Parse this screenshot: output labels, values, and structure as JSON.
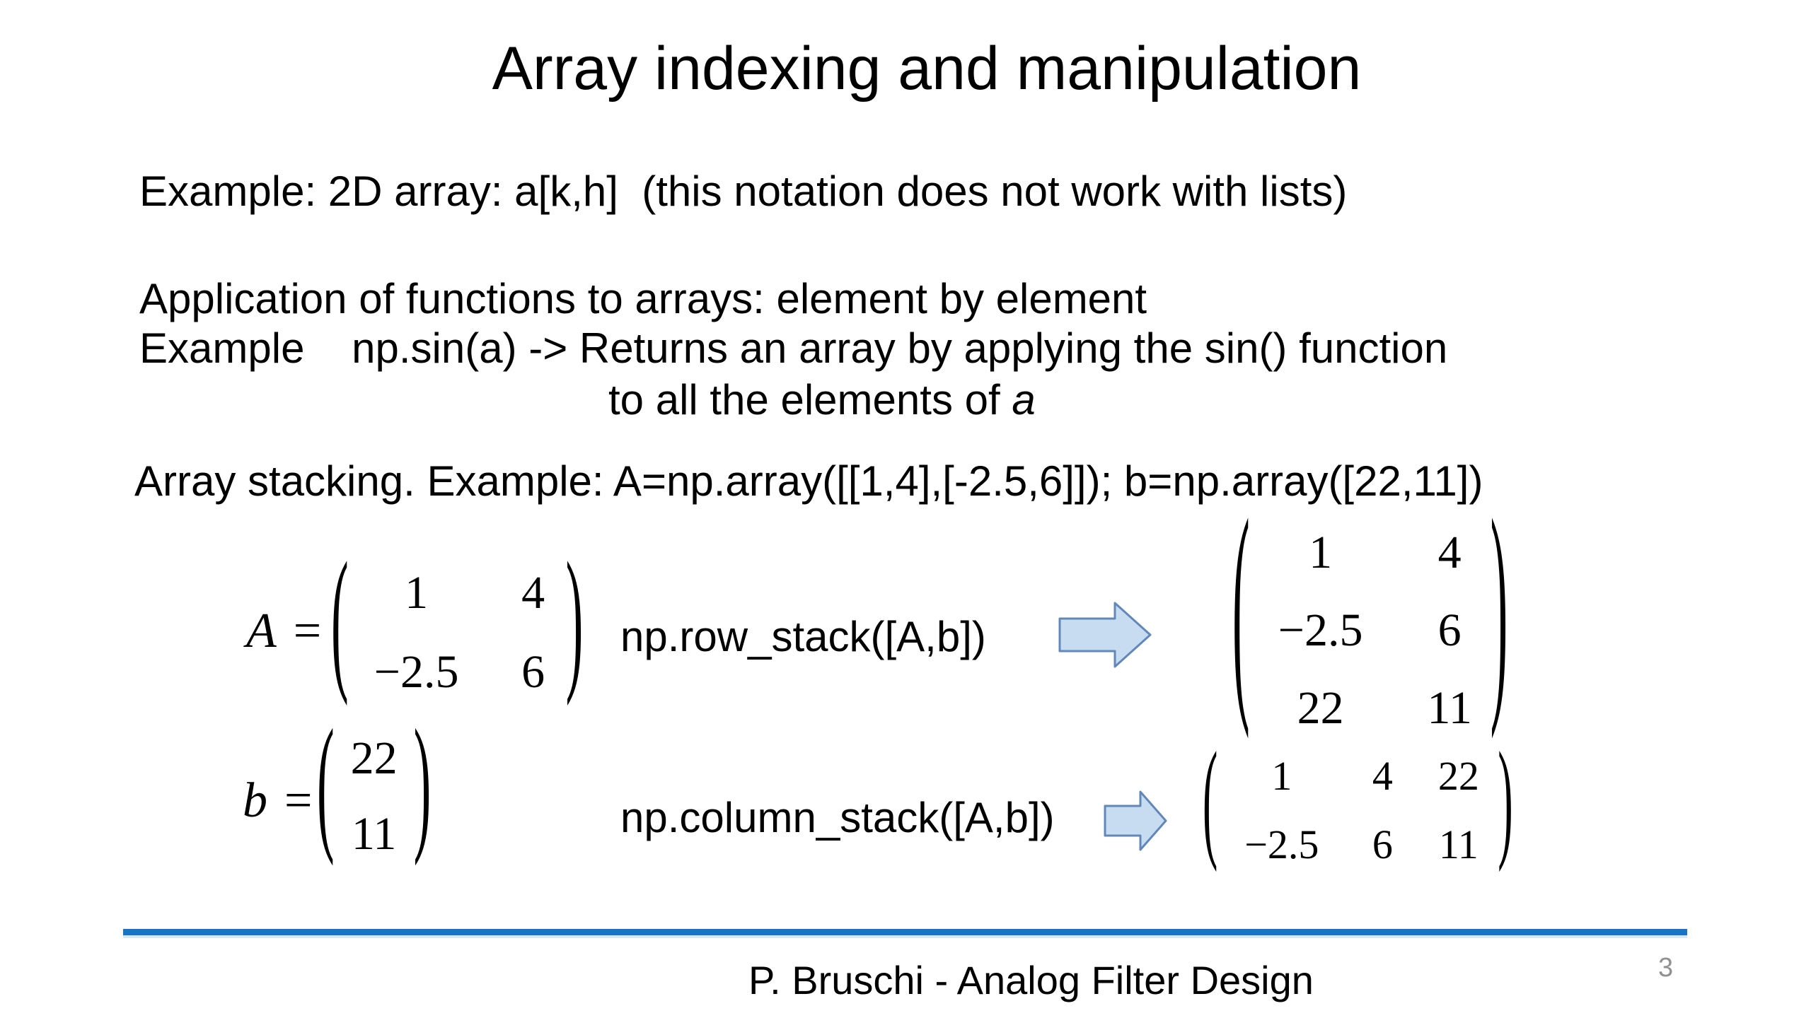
{
  "slide": {
    "title": "Array indexing and manipulation",
    "lines": {
      "example_2d": "Example: 2D array: a[k,h]  (this notation does not work with lists)",
      "application": "Application of functions to arrays: element by element",
      "example_sin": "Example    np.sin(a) -> Returns an array by applying the sin() function",
      "sin_cont_prefix": "to all the elements of ",
      "sin_cont_var": "a",
      "stacking": "Array stacking. Example: A=np.array([[1,4],[-2.5,6]]); b=np.array([22,11])"
    },
    "glyphs": {
      "paren_open": "(",
      "paren_close": ")"
    },
    "equations": {
      "A": {
        "label_var": "A",
        "equals": "=",
        "matrix": [
          [
            "1",
            "4"
          ],
          [
            "−2.5",
            "6"
          ]
        ]
      },
      "b": {
        "label_var": "b",
        "equals": "=",
        "matrix": [
          [
            "22"
          ],
          [
            "11"
          ]
        ]
      },
      "row_stack": {
        "call": "np.row_stack([A,b])",
        "result": [
          [
            "1",
            "4"
          ],
          [
            "−2.5",
            "6"
          ],
          [
            "22",
            "11"
          ]
        ]
      },
      "column_stack": {
        "call": "np.column_stack([A,b])",
        "result": [
          [
            "1",
            "4",
            "22"
          ],
          [
            "−2.5",
            "6",
            "11"
          ]
        ]
      }
    },
    "footer": {
      "text": "P. Bruschi - Analog Filter Design",
      "page": "3"
    },
    "colors": {
      "arrow_fill": "#C7DCF0",
      "arrow_stroke": "#6188B8",
      "footer_line": "#1874C8",
      "page_number_gray": "#8F9193"
    }
  }
}
